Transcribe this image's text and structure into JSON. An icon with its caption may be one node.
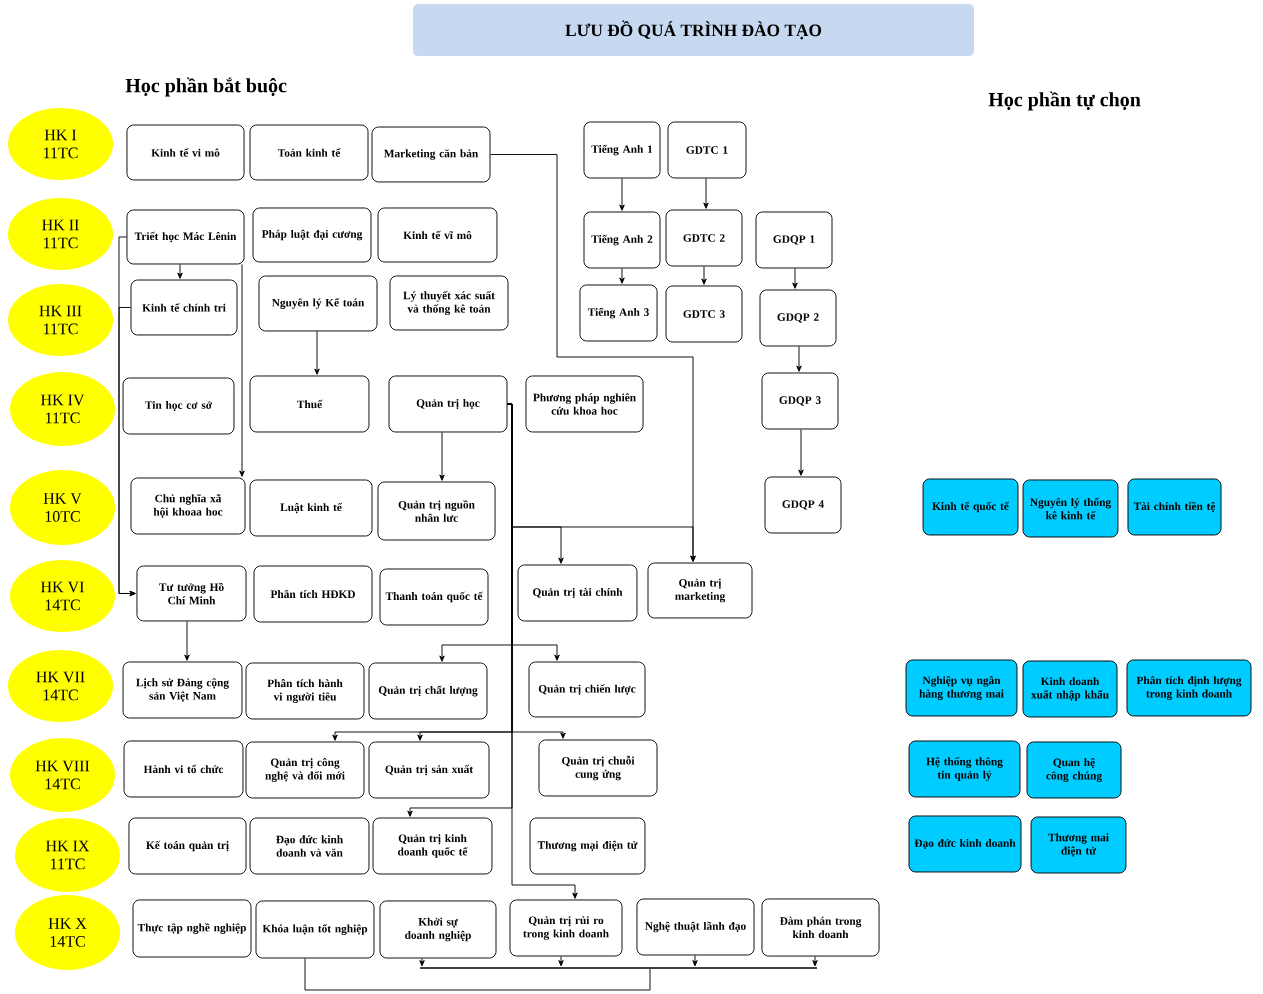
{
  "diagram": {
    "title": "LƯU ĐỒ QUÁ TRÌNH ĐÀO TẠO",
    "nodes": [
      {
        "text": [
          "HK I",
          "11TC"
        ]
      },
      {
        "text": [
          "HK II",
          "11TC"
        ]
      },
      {
        "text": [
          "HK III",
          "11TC"
        ]
      },
      {
        "text": [
          "HK IV",
          "11TC"
        ]
      },
      {
        "text": [
          "HK V",
          "10TC"
        ]
      },
      {
        "text": [
          "HK VI",
          "14TC"
        ]
      },
      {
        "text": [
          "HK VII",
          "14TC"
        ]
      },
      {
        "text": [
          "HK VIII",
          "14TC"
        ]
      },
      {
        "text": [
          "HK IX",
          "11TC"
        ]
      },
      {
        "text": [
          "HK X",
          "14TC"
        ]
      },
      {
        "text": [
          "Kinh tế vi mô"
        ]
      },
      {
        "text": [
          "Toán kinh tế"
        ]
      },
      {
        "text": [
          "Marketing căn bản"
        ]
      },
      {
        "text": [
          "Tiếng Anh 1"
        ]
      },
      {
        "text": [
          "GDTC 1"
        ]
      },
      {
        "text": [
          "Triết học Mác Lênin"
        ]
      },
      {
        "text": [
          "Pháp luật đại cương"
        ]
      },
      {
        "text": [
          "Kinh tế vĩ mô"
        ]
      },
      {
        "text": [
          "Tiếng Anh 2"
        ]
      },
      {
        "text": [
          "GDTC 2"
        ]
      },
      {
        "text": [
          "GDQP 1"
        ]
      },
      {
        "text": [
          "Kinh tế chính tri"
        ]
      },
      {
        "text": [
          "Nguyên lý Kế toán"
        ]
      },
      {
        "text": [
          "Lý thuyết xác suất và thống kê toán"
        ]
      },
      {
        "text": [
          "Tiếng Anh 3"
        ]
      },
      {
        "text": [
          "GDTC 3"
        ]
      },
      {
        "text": [
          "GDQP 2"
        ]
      },
      {
        "text": [
          "Tin học cơ sở"
        ]
      },
      {
        "text": [
          "Thuế"
        ]
      },
      {
        "text": [
          "Quản trị học"
        ]
      },
      {
        "text": [
          "Phương pháp nghiên cứu khoa hoc"
        ]
      },
      {
        "text": [
          "GDQP 3"
        ]
      },
      {
        "text": [
          "Chủ nghĩa xã hội khoaa hoc"
        ]
      },
      {
        "text": [
          "Luật kinh tế"
        ]
      },
      {
        "text": [
          "Quản trị nguồn nhân lưc"
        ]
      },
      {
        "text": [
          "GDQP 4"
        ]
      },
      {
        "text": [
          "Tư tưởng Hồ Chí Minh"
        ]
      },
      {
        "text": [
          "Phân tích HĐKD"
        ]
      },
      {
        "text": [
          "Thanh toán quốc tế"
        ]
      },
      {
        "text": [
          "Quản trị tài chính"
        ]
      },
      {
        "text": [
          "Quản trị marketing"
        ]
      },
      {
        "text": [
          "Lịch sử Đảng cộng sản Việt Nam"
        ]
      },
      {
        "text": [
          "Phân tích hành vi người tiêu"
        ]
      },
      {
        "text": [
          "Quản trị chất lượng"
        ]
      },
      {
        "text": [
          "Quản trị chiến lược"
        ]
      },
      {
        "text": [
          "Hành vi tổ chức"
        ]
      },
      {
        "text": [
          "Quản trị công nghệ và đổi mới"
        ]
      },
      {
        "text": [
          "Quản trị sản xuất"
        ]
      },
      {
        "text": [
          "Quản trị chuỗi cung ứng"
        ]
      },
      {
        "text": [
          "Kế toán quản trị"
        ]
      },
      {
        "text": [
          "Đạo đức kinh doanh và văn"
        ]
      },
      {
        "text": [
          "Quản trị kinh doanh quốc tế"
        ]
      },
      {
        "text": [
          "Thương mại điện tử"
        ]
      },
      {
        "text": [
          "Thực tập nghề nghiệp"
        ]
      },
      {
        "text": [
          "Khóa luận tốt nghiệp"
        ]
      },
      {
        "text": [
          "Khởi sự doanh nghiệp"
        ]
      },
      {
        "text": [
          "Quản trị rủi ro trong kinh doanh"
        ]
      },
      {
        "text": [
          "Nghệ thuật lãnh đạo"
        ]
      },
      {
        "text": [
          "Đàm phán trong kinh doanh"
        ]
      },
      {
        "text": [
          "Kinh tế quốc tế"
        ]
      },
      {
        "text": [
          "Nguyên lý thống kê kinh tế"
        ]
      },
      {
        "text": [
          "Tài chính tiền tệ"
        ]
      },
      {
        "text": [
          "Nghiệp vụ ngân hàng thương mai"
        ]
      },
      {
        "text": [
          "Kinh doanh xuất nhập khẩu"
        ]
      },
      {
        "text": [
          "Phân tích định lượng trong kinh doanh"
        ]
      },
      {
        "text": [
          "Hệ thống thông tin quản lý"
        ]
      },
      {
        "text": [
          "Quan hệ công chúng"
        ]
      },
      {
        "text": [
          "Đạo đức kinh doanh"
        ]
      },
      {
        "text": [
          "Thương mai điện tử"
        ]
      },
      {
        "text": [],
        "shape": "bar"
      }
    ],
    "edges": [
      {
        "from": 13,
        "to": 18,
        "arrow": "to"
      },
      {
        "from": 18,
        "to": 24,
        "arrow": "to"
      },
      {
        "from": 14,
        "to": 19,
        "arrow": "to"
      },
      {
        "from": 19,
        "to": 25,
        "arrow": "to"
      },
      {
        "from": 20,
        "to": 26,
        "arrow": "to"
      },
      {
        "from": 26,
        "to": 31,
        "arrow": "to"
      },
      {
        "from": 31,
        "to": 35,
        "arrow": "to"
      },
      {
        "from": 15,
        "to": 21,
        "arrow": "to"
      },
      {
        "from": 15,
        "to": 32,
        "arrow": "to"
      },
      {
        "from": 15,
        "to": 36,
        "arrow": "to"
      },
      {
        "from": 21,
        "to": 36,
        "arrow": "to"
      },
      {
        "from": 36,
        "to": 41,
        "arrow": "to"
      },
      {
        "from": 22,
        "to": 28,
        "arrow": "to"
      },
      {
        "from": 29,
        "to": 34,
        "arrow": "to"
      },
      {
        "from": 12,
        "to": 40,
        "arrow": "to"
      },
      {
        "from": 29,
        "to": 39,
        "arrow": "to"
      },
      {
        "from": 29,
        "to": 40,
        "arrow": "to"
      },
      {
        "from": 29,
        "to": 43,
        "arrow": "to"
      },
      {
        "from": 29,
        "to": 44,
        "arrow": "to"
      },
      {
        "from": 29,
        "to": 46,
        "arrow": "to"
      },
      {
        "from": 29,
        "to": 47,
        "arrow": "to"
      },
      {
        "from": 29,
        "to": 48,
        "arrow": "to"
      },
      {
        "from": 29,
        "to": 51,
        "arrow": "to"
      },
      {
        "from": 29,
        "to": 56,
        "arrow": "to"
      },
      {
        "from": 55,
        "to": 69,
        "arrow": "to"
      },
      {
        "from": 56,
        "to": 69,
        "arrow": "to"
      },
      {
        "from": 57,
        "to": 69,
        "arrow": "to"
      },
      {
        "from": 58,
        "to": 69,
        "arrow": "to"
      },
      {
        "from": 69,
        "to": 54,
        "arrow": "none"
      }
    ],
    "labels": [
      "Học phần bắt buộc",
      "Học phần tự chọn"
    ]
  }
}
